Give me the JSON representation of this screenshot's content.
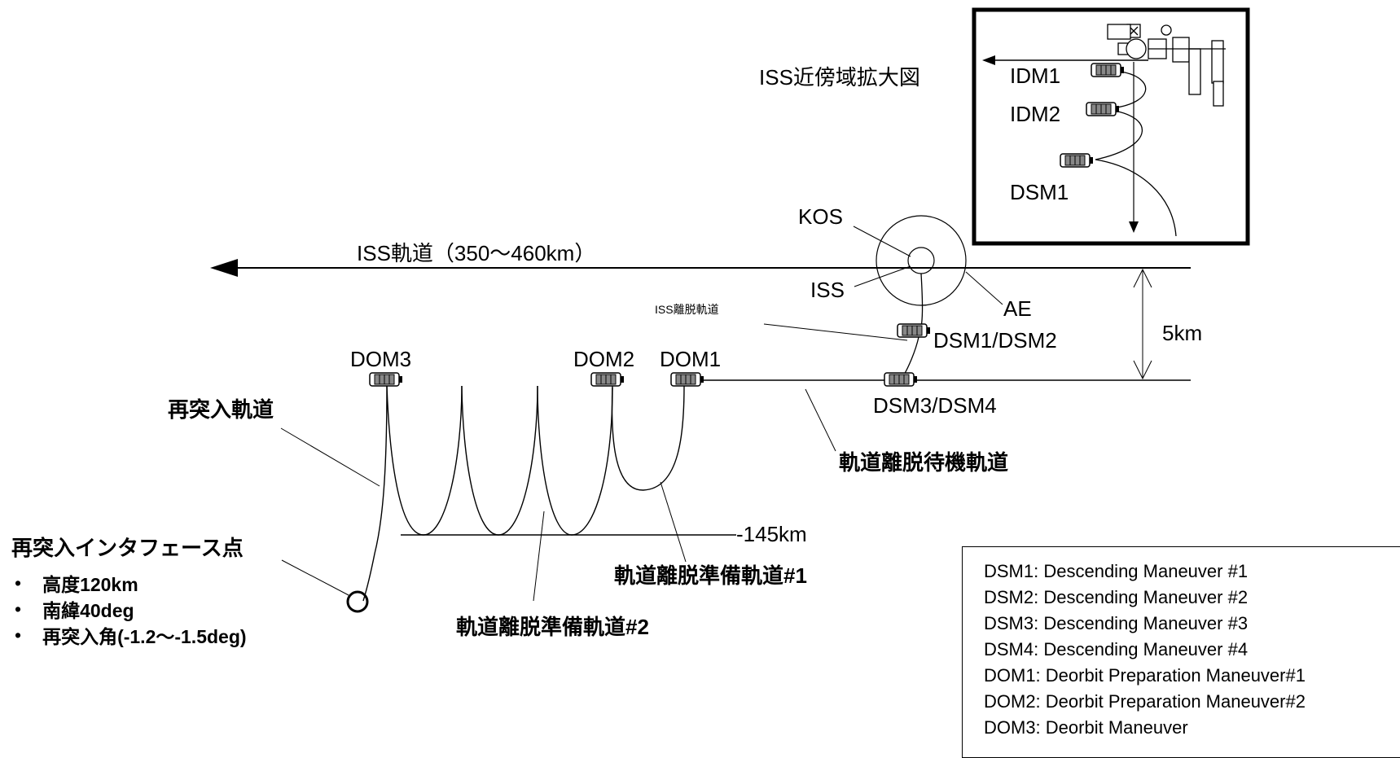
{
  "labels": {
    "inset_title": "ISS近傍域拡大図",
    "idm1": "IDM1",
    "idm2": "IDM2",
    "dsm1_inset": "DSM1",
    "kos": "KOS",
    "iss_orbit": "ISS軌道（350～460km）",
    "iss": "ISS",
    "ae": "AE",
    "iss_departure": "ISS離脱軌道",
    "dsm12": "DSM1/DSM2",
    "five_km": "5km",
    "dom3": "DOM3",
    "dom2": "DOM2",
    "dom1": "DOM1",
    "dsm34": "DSM3/DSM4",
    "reentry_orbit": "再突入軌道",
    "standby_orbit": "軌道離脱待機軌道",
    "alt145": "-145km",
    "prep1": "軌道離脱準備軌道#1",
    "prep2": "軌道離脱準備軌道#2",
    "interface_point": "再突入インタフェース点"
  },
  "bullets": [
    "高度120km",
    "南緯40deg",
    "再突入角(-1.2～-1.5deg)"
  ],
  "bullet_symbol": "•",
  "legend": [
    "DSM1: Descending Maneuver #1",
    "DSM2: Descending Maneuver #2",
    "DSM3: Descending Maneuver #3",
    "DSM4: Descending Maneuver #4",
    "DOM1: Deorbit Preparation Maneuver#1",
    "DOM2: Deorbit Preparation Maneuver#2",
    "DOM3: Deorbit Maneuver"
  ]
}
